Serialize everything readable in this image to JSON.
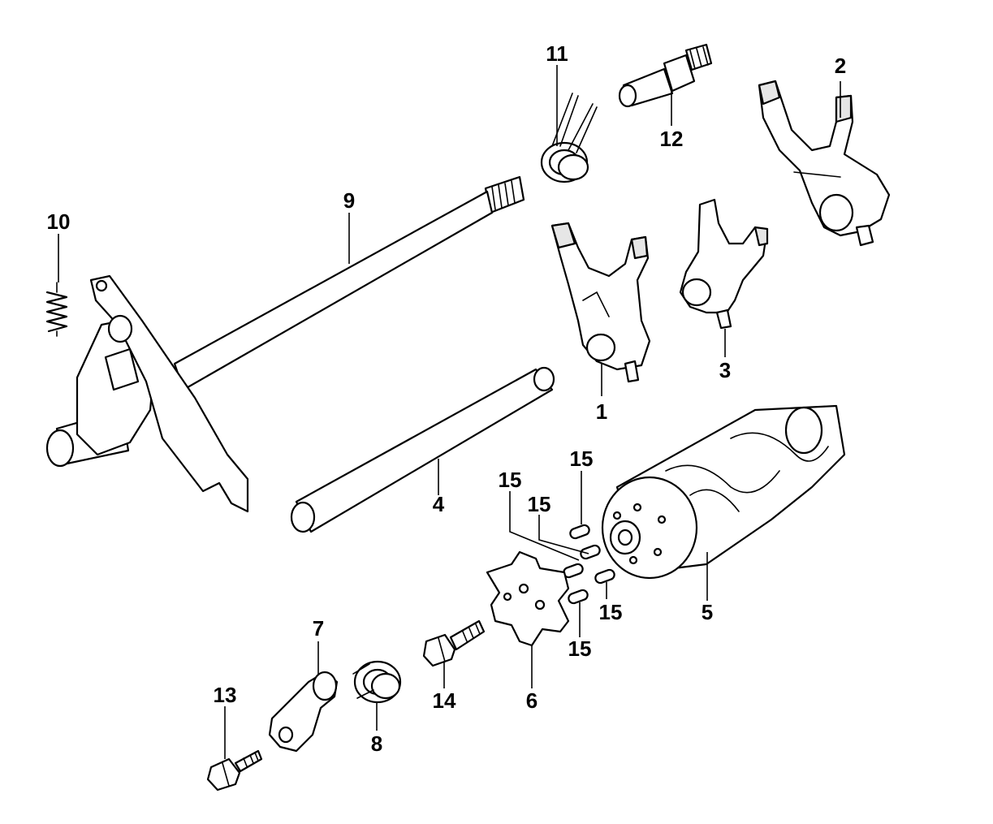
{
  "callouts": {
    "c1": "1",
    "c2": "2",
    "c3": "3",
    "c4": "4",
    "c5": "5",
    "c6": "6",
    "c7": "7",
    "c8": "8",
    "c9": "9",
    "c10": "10",
    "c11": "11",
    "c12": "12",
    "c13": "13",
    "c14": "14",
    "c15a": "15",
    "c15b": "15",
    "c15c": "15",
    "c15d": "15",
    "c15e": "15"
  }
}
